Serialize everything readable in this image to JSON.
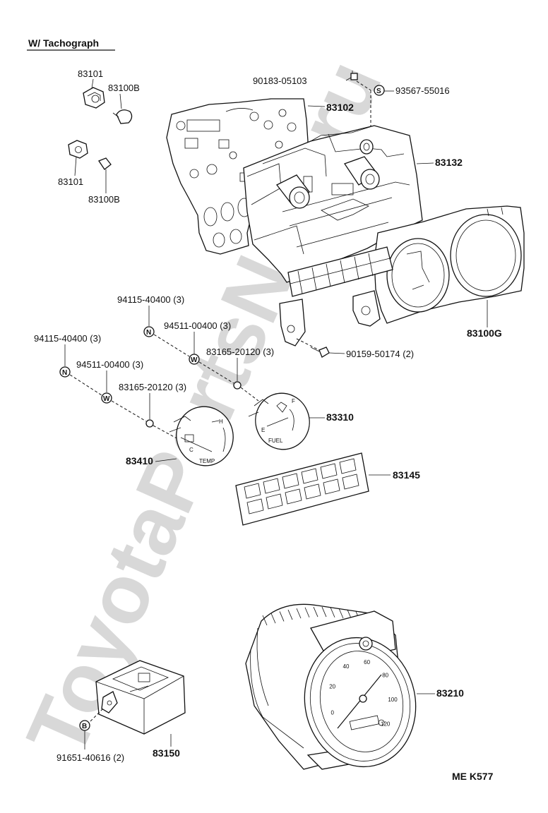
{
  "header": {
    "title": "W/ Tachograph"
  },
  "watermark": "ToyotaPartsNew.ru",
  "parts": {
    "p83101_top": "83101",
    "p83100b_top": "83100B",
    "p83101_bot": "83101",
    "p83100b_bot": "83100B",
    "p90183": "90183-05103",
    "p93567": "93567-55016",
    "p83102": "83102",
    "p83132": "83132",
    "p83100g": "83100G",
    "p90159": "90159-50174 (2)",
    "p94115_a": "94115-40400 (3)",
    "p94511_a": "94511-00400 (3)",
    "p83165_a": "83165-20120 (3)",
    "p94115_b": "94115-40400 (3)",
    "p94511_b": "94511-00400 (3)",
    "p83165_b": "83165-20120 (3)",
    "p83310": "83310",
    "p83410": "83410",
    "p83145": "83145",
    "p83210": "83210",
    "p83150": "83150",
    "p91651": "91651-40616 (2)"
  },
  "symbols": {
    "s": "S",
    "n": "N",
    "w": "W",
    "b": "B"
  },
  "gauges": {
    "temp_label": "TEMP",
    "temp_c": "C",
    "temp_h": "H",
    "fuel_label": "FUEL",
    "fuel_e": "E",
    "fuel_f": "F"
  },
  "speedo_ticks": [
    "0",
    "20",
    "40",
    "60",
    "80",
    "100",
    "120"
  ],
  "footer": {
    "code": "ME  K577"
  }
}
